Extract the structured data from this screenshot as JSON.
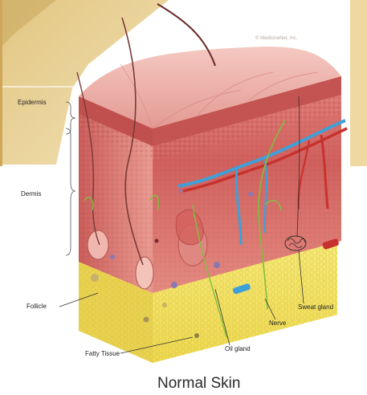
{
  "title": "Normal Skin",
  "copyright": "© MedicineNet, Inc.",
  "labels": {
    "epidermis": "Epidermis",
    "dermis": "Dermis",
    "follicle": "Follicle",
    "fatty_tissue": "Fatty Tissue",
    "oil_gland": "Oil gland",
    "nerve": "Nerve",
    "sweat_gland": "Sweat gland"
  },
  "colors": {
    "epidermis_top": "#e8a6a0",
    "dermis": "#d9706d",
    "fat": "#f2e36a",
    "vein": "#3fa0d8",
    "artery": "#c8322e",
    "nerve": "#7fbf3f",
    "background_tan": "#f0d9a0"
  }
}
